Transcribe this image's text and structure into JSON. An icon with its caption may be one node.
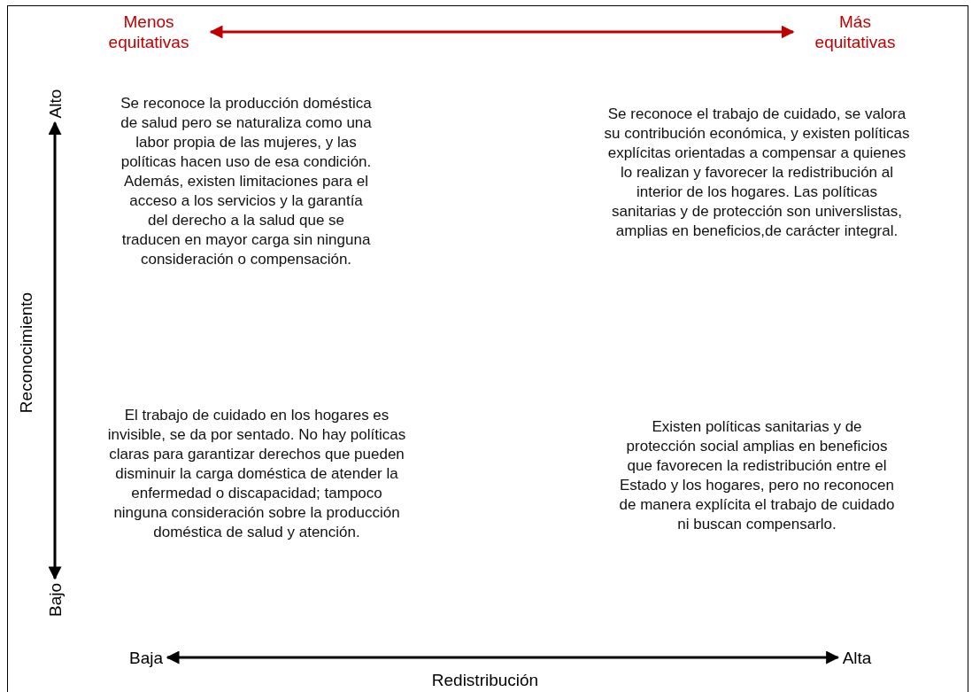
{
  "diagram": {
    "nodes": [
      {
        "text": [
          "Menos equitativas"
        ]
      },
      {
        "text": [
          "Más equitativas"
        ]
      },
      {
        "text": [
          "Alto"
        ]
      },
      {
        "text": [
          "Bajo"
        ]
      },
      {
        "text": [
          "Baja"
        ]
      },
      {
        "text": [
          "Alta"
        ]
      }
    ],
    "edges": [
      {
        "from": 0,
        "to": 1,
        "arrow": "both",
        "color": "#c00000"
      },
      {
        "from": 2,
        "to": 3,
        "arrow": "both"
      },
      {
        "from": 4,
        "to": 5,
        "arrow": "both"
      }
    ],
    "labels": [
      "Reconocimiento",
      "Se reconoce la producción doméstica de salud pero se naturaliza como una labor propia de las mujeres, y las políticas hacen uso de esa condición. Además, existen limitaciones para el acceso a los servicios y la garantía del derecho a la salud que se traducen en mayor carga sin ninguna consideración o compensación.",
      "Se reconoce el trabajo de cuidado, se valora su contribución económica, y existen políticas explícitas orientadas a compensar a quienes lo realizan y favorecer la redistribución al interior de los hogares. Las políticas sanitarias y de protección son universlistas, amplias en beneficios,de carácter integral.",
      "El trabajo de cuidado en los hogares es invisible, se da por sentado. No hay políticas claras para garantizar derechos que pueden disminuir la carga doméstica de atender la enfermedad o discapacidad; tampoco ninguna consideración sobre la producción doméstica de salud y atención.",
      "Existen políticas sanitarias y de protección social amplias en beneficios que favorecen la redistribución entre el Estado y los hogares, pero no reconocen de manera explícita el trabajo de cuidado ni buscan compensarlo.",
      "Redistribución"
    ]
  }
}
